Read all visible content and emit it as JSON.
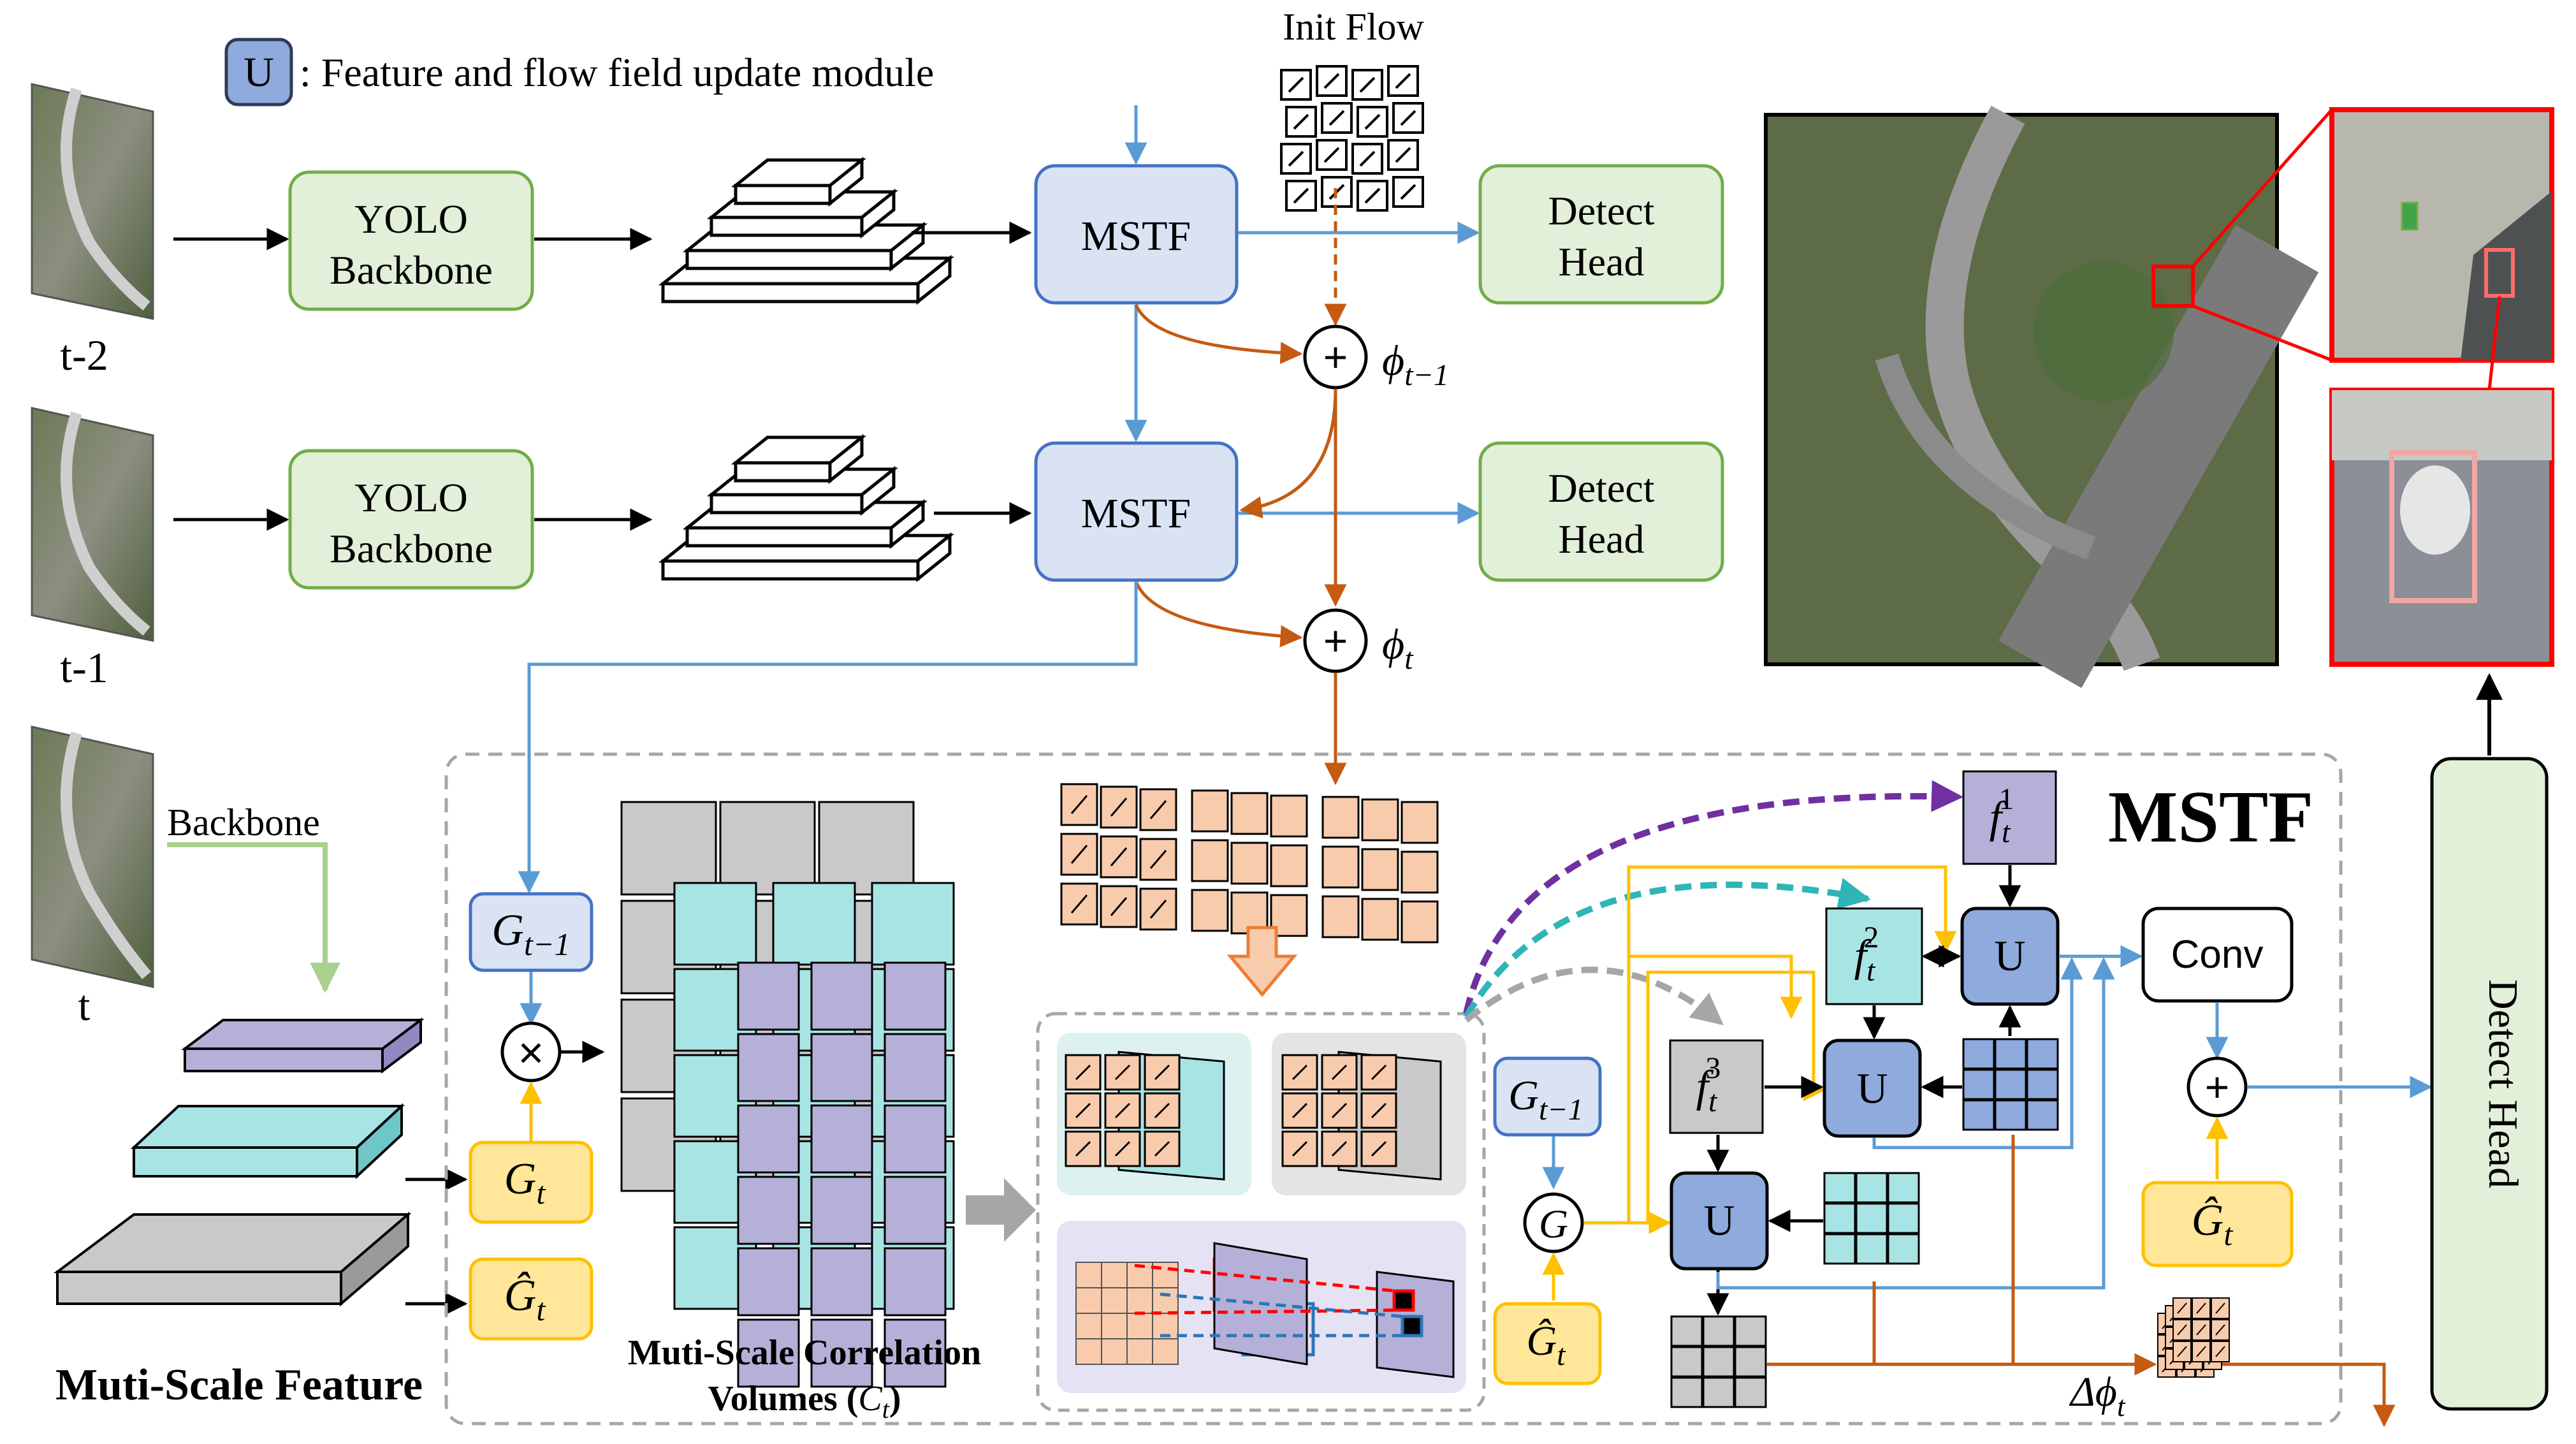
{
  "legend": {
    "u_symbol": "U",
    "text": ": Feature and flow field update module"
  },
  "init_flow_label": "Init Flow",
  "frames": [
    {
      "label": "t-2"
    },
    {
      "label": "t-1"
    },
    {
      "label": "t"
    }
  ],
  "yolo_backbone": {
    "line1": "YOLO",
    "line2": "Backbone"
  },
  "mstf_block_label": "MSTF",
  "detect_head": {
    "line1": "Detect",
    "line2": "Head"
  },
  "phi_prev": {
    "sym": "ϕ",
    "sub": "t−1"
  },
  "phi_cur": {
    "sym": "ϕ",
    "sub": "t"
  },
  "backbone_label": "Backbone",
  "muti_scale_feature_label": "Muti-Scale Feature",
  "correlation_label": {
    "line1": "Muti-Scale Correlation",
    "line2": "Volumes (",
    "sym": "C",
    "sub": "t",
    "close": ")"
  },
  "g_prev": {
    "sym": "G",
    "sub": "t−1"
  },
  "g_t": {
    "sym": "G",
    "sub": "t"
  },
  "g_hat_t": {
    "sym": "Ĝ",
    "sub": "t"
  },
  "g_circle": "G",
  "times_symbol": "×",
  "plus_symbol": "+",
  "mstf_panel_title": "MSTF",
  "features": [
    {
      "sym": "f",
      "sub": "t",
      "sup": "1"
    },
    {
      "sym": "f",
      "sub": "t",
      "sup": "2"
    },
    {
      "sym": "f",
      "sub": "t",
      "sup": "3"
    }
  ],
  "u_label": "U",
  "conv_label": "Conv",
  "delta_phi": {
    "sym": "Δϕ",
    "sub": "t"
  },
  "detect_head_vertical": "Detect Head",
  "colors": {
    "green_fill": "#e2efd9",
    "green_stroke": "#70ad47",
    "blue_fill": "#dae3f3",
    "blue_stroke": "#4472c4",
    "u_fill": "#8faadc",
    "yellow_fill": "#ffe699",
    "yellow_stroke": "#ffc000",
    "teal": "#a9e4e4",
    "purple": "#b4b0d8",
    "gray": "#c9c9c9",
    "orange_line": "#c55a11",
    "blue_line": "#5b9bd5",
    "peach": "#f8cbad"
  }
}
